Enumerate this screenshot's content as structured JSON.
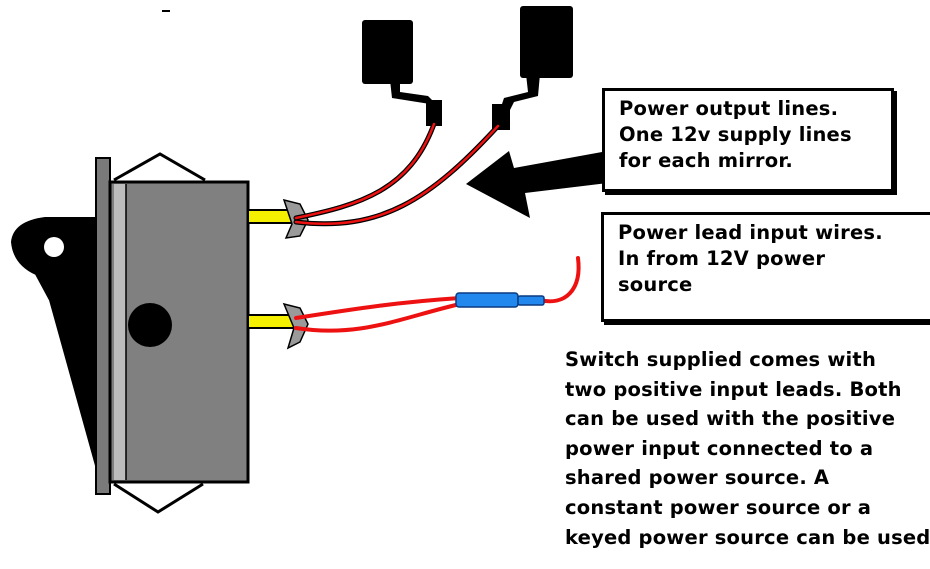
{
  "colors": {
    "outline": "#000000",
    "switch_body": "#808080",
    "switch_face": "#aaaaaa",
    "terminal_yellow": "#f5f000",
    "wire_red": "#ee1111",
    "connector_blue": "#2288ee",
    "plug_black": "#111111"
  },
  "icons": [
    "rocker-switch-icon",
    "mirror-plug-icon",
    "pointer-arrow-icon",
    "butt-connector-icon"
  ],
  "callouts": {
    "output_lines": [
      "Power output lines.",
      "One 12v supply lines",
      "for each mirror."
    ],
    "input_wires": [
      "Power lead input wires.",
      "In from 12V power",
      "source"
    ]
  },
  "note": {
    "lines": [
      "Switch supplied comes with",
      "two positive input leads. Both",
      "can be used with the positive",
      "power input connected to a",
      "shared power source. A",
      "constant power source or a",
      "keyed power source can be used."
    ]
  }
}
